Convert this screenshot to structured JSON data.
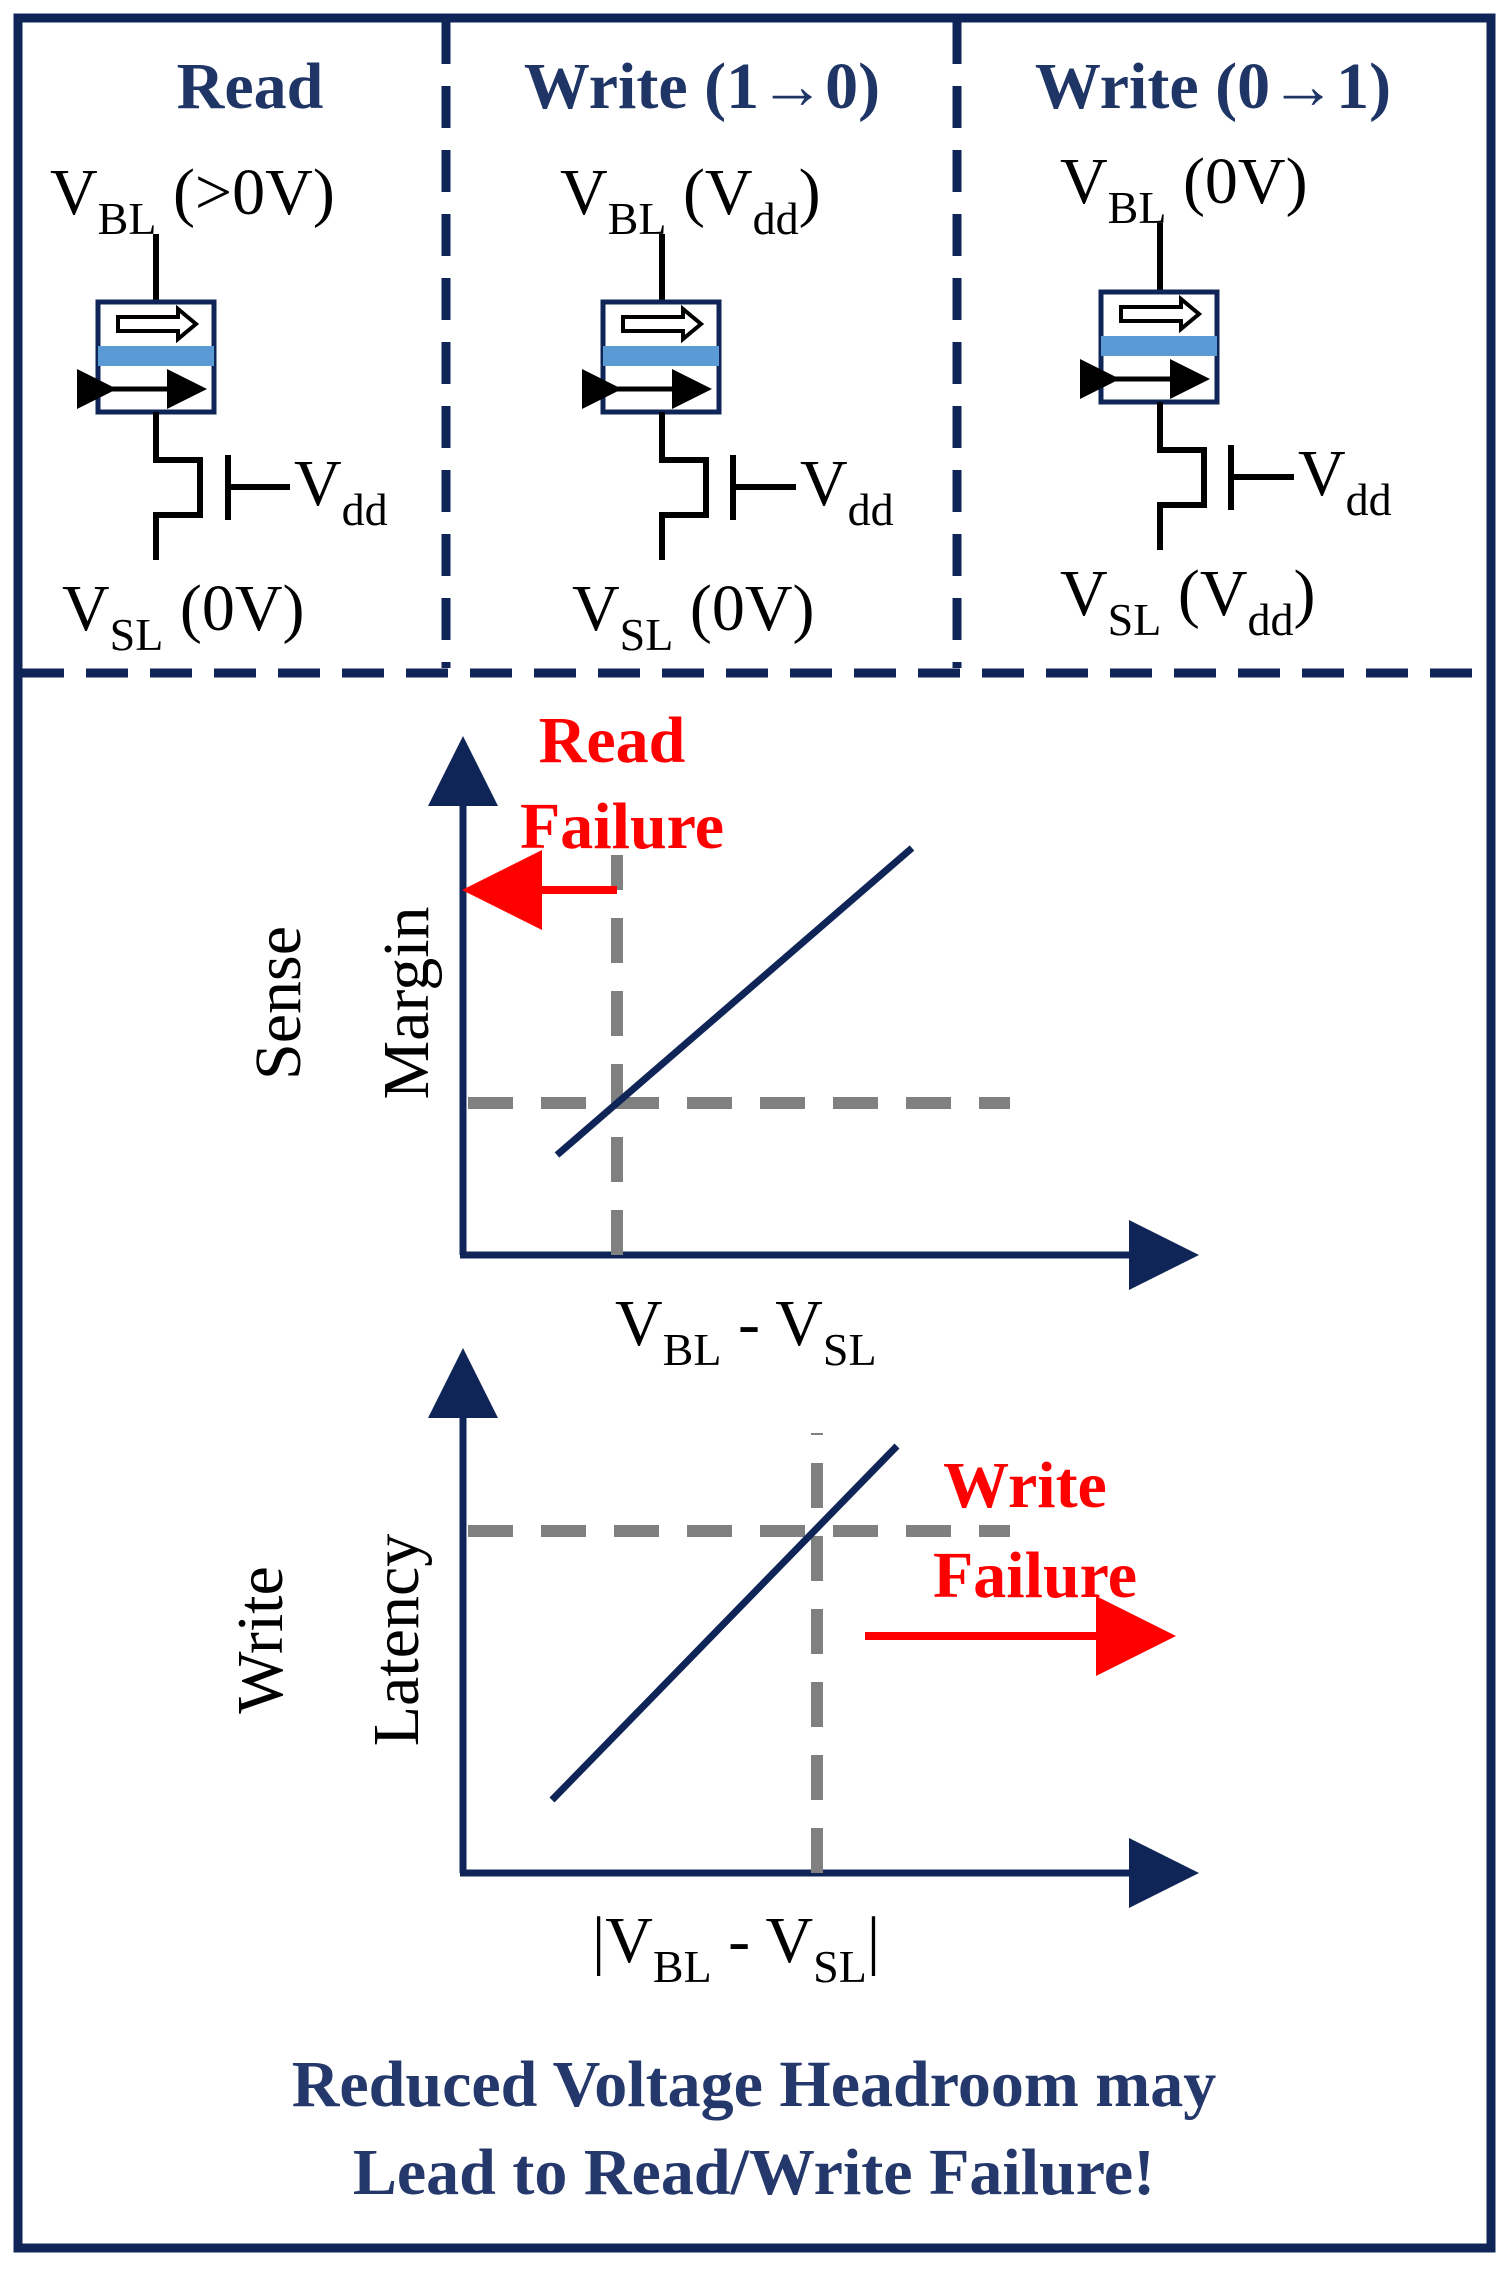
{
  "colors": {
    "frame": "#0f2457",
    "title": "#1f3566",
    "mtj_fill": "#5b9bd5",
    "curve": "#0f2457",
    "guide": "#808080",
    "failure": "#ff0000",
    "footer": "#24386b"
  },
  "panels": {
    "read": {
      "title": "Read",
      "vbl_main": "V",
      "vbl_sub": "BL",
      "vbl_suffix": " (>0V)",
      "vdd_main": "V",
      "vdd_sub": "dd",
      "vsl_main": "V",
      "vsl_sub": "SL",
      "vsl_suffix": " (0V)"
    },
    "write10": {
      "title": "Write (1→0)",
      "vbl_main": "V",
      "vbl_sub": "BL",
      "vbl_suffix": " (V",
      "vbl_suffix_sub": "dd",
      "vbl_close": ")",
      "vdd_main": "V",
      "vdd_sub": "dd",
      "vsl_main": "V",
      "vsl_sub": "SL",
      "vsl_suffix": " (0V)"
    },
    "write01": {
      "title": "Write (0→1)",
      "vbl_main": "V",
      "vbl_sub": "BL",
      "vbl_suffix": " (0V)",
      "vdd_main": "V",
      "vdd_sub": "dd",
      "vsl_main": "V",
      "vsl_sub": "SL",
      "vsl_suffix": " (V",
      "vsl_suffix_sub": "dd",
      "vsl_close": ")"
    }
  },
  "graphs": {
    "sense": {
      "ylabel_1": "Sense",
      "ylabel_2": "Margin",
      "xlabel_main_1": "V",
      "xlabel_sub_1": "BL",
      "xlabel_mid": " - ",
      "xlabel_main_2": "V",
      "xlabel_sub_2": "SL",
      "failure_1": "Read",
      "failure_2": "Failure"
    },
    "write": {
      "ylabel_1": "Write",
      "ylabel_2": "Latency",
      "xlabel_pre": "|",
      "xlabel_main_1": "V",
      "xlabel_sub_1": "BL",
      "xlabel_mid": " - ",
      "xlabel_main_2": "V",
      "xlabel_sub_2": "SL",
      "xlabel_post": "|",
      "failure_1": "Write",
      "failure_2": "Failure"
    }
  },
  "footer": {
    "line_1": "Reduced Voltage Headroom may",
    "line_2": "Lead to Read/Write Failure!"
  }
}
